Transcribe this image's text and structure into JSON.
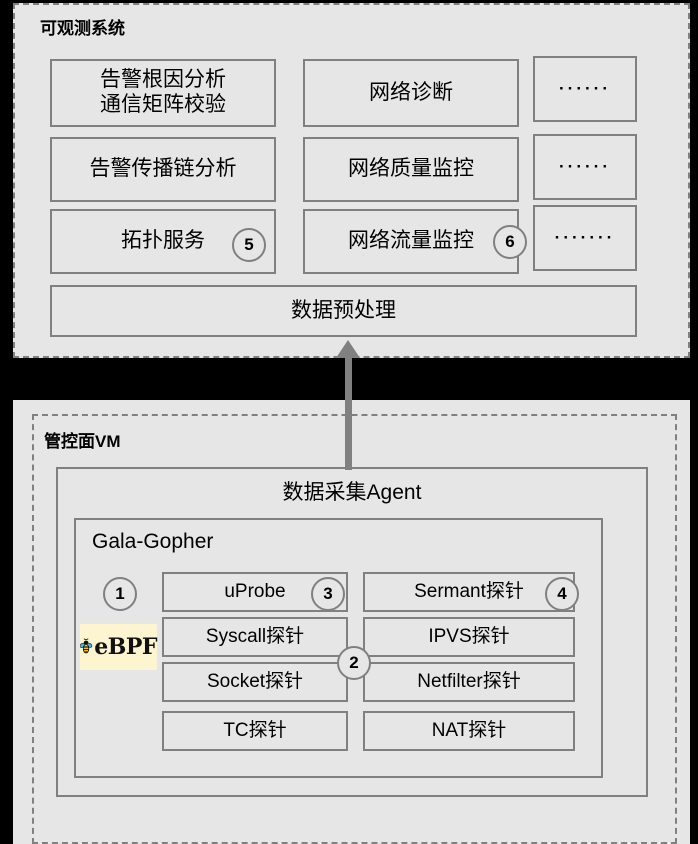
{
  "diagram": {
    "background_color": "#000000",
    "panel_color": "#e6e6e6",
    "border_color": "#808080",
    "accent_logo_bg": "#fdf5d0"
  },
  "top_section": {
    "title": "可观测系统",
    "services": [
      {
        "label": "告警根因分析\n通信矩阵校验",
        "line1": "告警根因分析",
        "line2": "通信矩阵校验"
      },
      {
        "label": "网络诊断"
      },
      {
        "label": "······"
      },
      {
        "label": "告警传播链分析"
      },
      {
        "label": "网络质量监控"
      },
      {
        "label": "······"
      },
      {
        "label": "拓扑服务"
      },
      {
        "label": "网络流量监控"
      },
      {
        "label": "·······"
      }
    ],
    "preprocess": {
      "label": "数据预处理"
    },
    "markers": [
      {
        "id": "5",
        "text": "5",
        "attached_to": "拓扑服务"
      },
      {
        "id": "6",
        "text": "6",
        "attached_to": "网络流量监控"
      }
    ]
  },
  "connector": {
    "name": "data-upload-arrow",
    "direction": "up",
    "color": "#808080"
  },
  "bottom_section": {
    "title": "管控面VM",
    "agent": {
      "label": "数据采集Agent"
    },
    "gopher": {
      "label": "Gala-Gopher"
    },
    "logo": {
      "name": "ebpf-logo",
      "text": "eBPF",
      "bg": "#fdf5d0"
    },
    "probes": [
      {
        "label": "uProbe"
      },
      {
        "label": "Sermant探针"
      },
      {
        "label": "Syscall探针"
      },
      {
        "label": "IPVS探针"
      },
      {
        "label": "Socket探针"
      },
      {
        "label": "Netfilter探针"
      },
      {
        "label": "TC探针"
      },
      {
        "label": "NAT探针"
      }
    ],
    "markers": [
      {
        "id": "1",
        "text": "1",
        "attached_to": "gala-gopher"
      },
      {
        "id": "2",
        "text": "2",
        "attached_to": "probe-grid-center"
      },
      {
        "id": "3",
        "text": "3",
        "attached_to": "uProbe"
      },
      {
        "id": "4",
        "text": "4",
        "attached_to": "Sermant探针"
      }
    ]
  }
}
